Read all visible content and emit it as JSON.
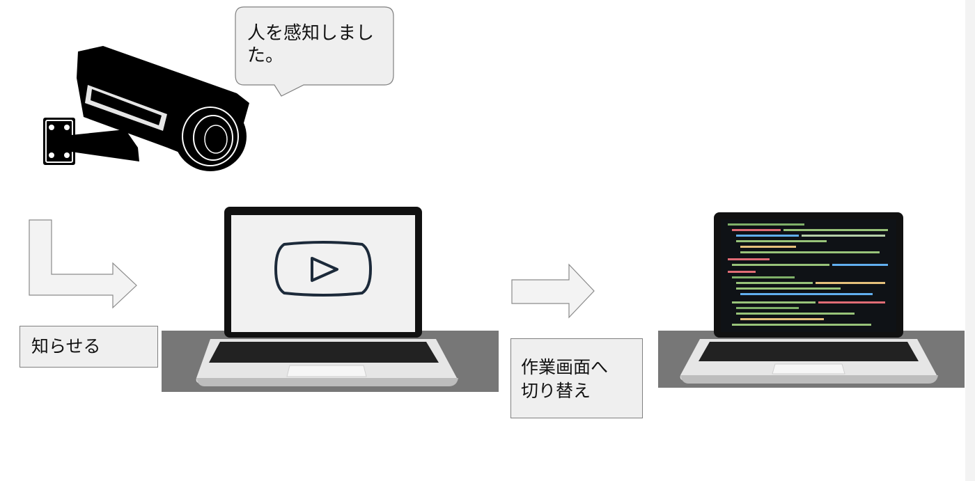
{
  "speech_bubble": {
    "text": "人を感知しました。"
  },
  "notify_label": "知らせる",
  "switch_label_line1": "作業画面へ",
  "switch_label_line2": "切り替え",
  "colors": {
    "arrow_fill": "#f3f3f3",
    "arrow_stroke": "#8a8a8a",
    "table": "#777777",
    "code_bg": "#0f1216"
  }
}
